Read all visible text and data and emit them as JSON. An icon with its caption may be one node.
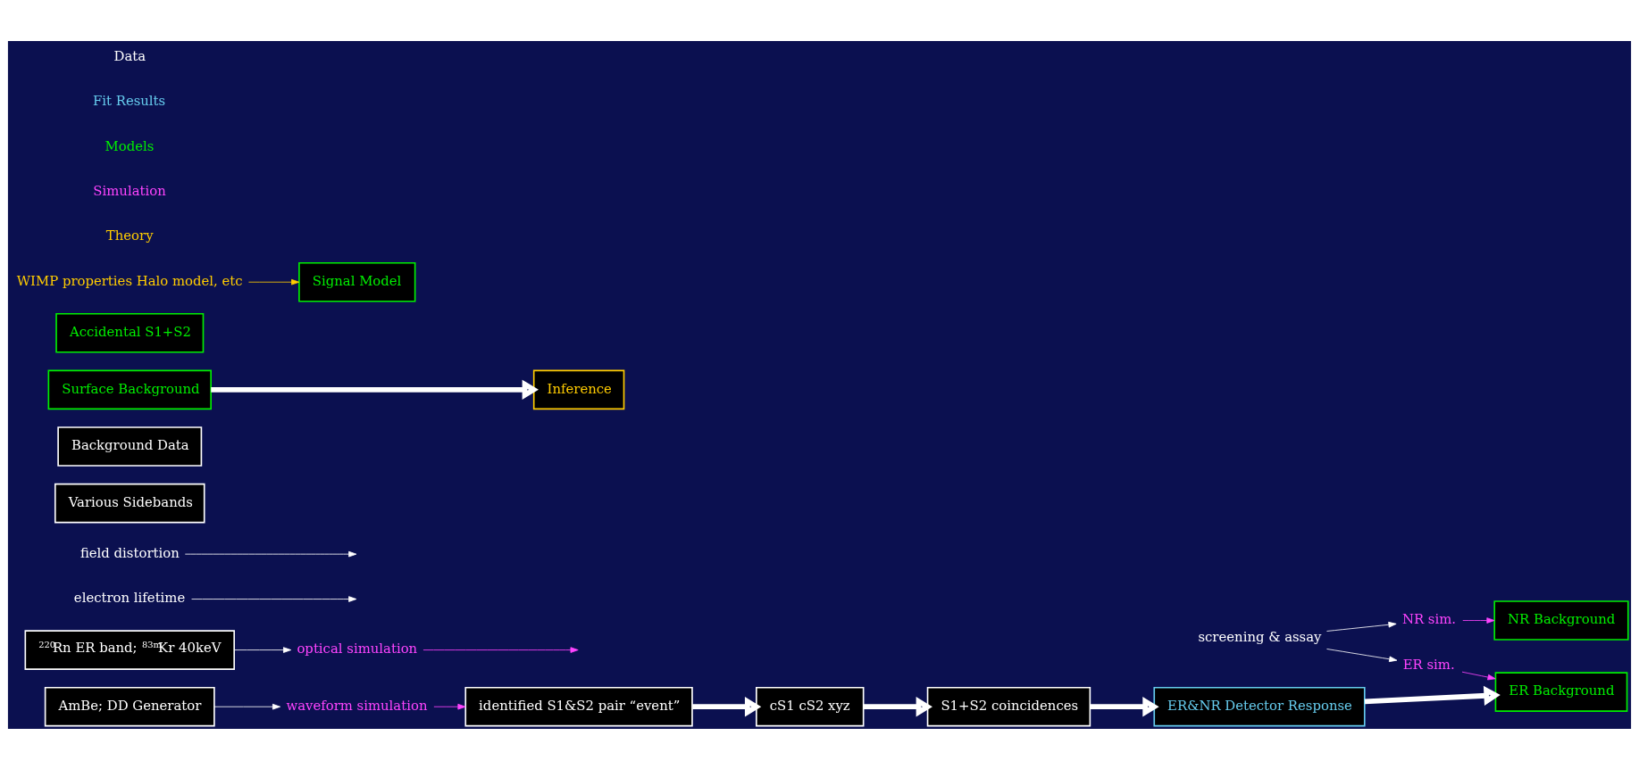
{
  "diagram": {
    "nodes": [
      {
        "text": [
          "identified S1&S2 pair “event”"
        ]
      },
      {
        "text": [
          "waveform simulation"
        ]
      },
      {
        "text": [
          "optical simulation"
        ]
      },
      {
        "text": [
          "cS1 cS2 xyz"
        ]
      },
      {
        "text": [
          "electron lifetime"
        ]
      },
      {
        "text": [
          "field distortion"
        ]
      },
      {
        "text": [
          "AmBe; DD Generator"
        ]
      },
      {
        "text": [
          "$^{220}$Rn ER band; $^{83m}$Kr 40keV"
        ]
      },
      {
        "text": [
          "S1+S2 coincidences"
        ]
      },
      {
        "text": [
          "Various Sidebands"
        ]
      },
      {
        "text": [
          "Background Data"
        ]
      },
      {
        "text": [
          "ER&NR Detector Response"
        ]
      },
      {
        "text": [
          "screening & assay"
        ]
      },
      {
        "text": [
          "ER sim."
        ]
      },
      {
        "text": [
          "NR sim."
        ]
      },
      {
        "text": [
          "NR Background"
        ]
      },
      {
        "text": [
          "ER Background"
        ]
      },
      {
        "text": [
          "Surface Background"
        ]
      },
      {
        "text": [
          "Accidental S1+S2"
        ]
      },
      {
        "text": [
          "Signal Model"
        ]
      },
      {
        "text": [
          "Inference"
        ]
      },
      {
        "text": [
          "WIMP properties Halo model, etc"
        ]
      }
    ],
    "edges": [
      {
        "from": 0,
        "to": 3,
        "arrow": "to",
        "style": "thick"
      },
      {
        "from": 4,
        "to": null,
        "arrow": "to"
      },
      {
        "from": 5,
        "to": null,
        "arrow": "to"
      },
      {
        "from": 1,
        "to": 0,
        "arrow": "to",
        "color": "#ff44ff"
      },
      {
        "from": 2,
        "to": null,
        "arrow": "to",
        "color": "#ff44ff"
      },
      {
        "from": 6,
        "to": 1,
        "arrow": "to"
      },
      {
        "from": 7,
        "to": 2,
        "arrow": "to"
      },
      {
        "from": 3,
        "to": 8,
        "arrow": "to",
        "style": "thick"
      },
      {
        "from": 8,
        "to": 11,
        "arrow": "to",
        "style": "thick"
      },
      {
        "from": 11,
        "to": 16,
        "arrow": "to",
        "style": "thick"
      },
      {
        "from": 12,
        "to": 13,
        "arrow": "to"
      },
      {
        "from": 12,
        "to": 14,
        "arrow": "to"
      },
      {
        "from": 13,
        "to": 16,
        "arrow": "to",
        "color": "#ff44ff"
      },
      {
        "from": 14,
        "to": 15,
        "arrow": "to",
        "color": "#ff44ff"
      },
      {
        "from": 17,
        "to": 20,
        "arrow": "to",
        "style": "thick"
      },
      {
        "from": 21,
        "to": 19,
        "arrow": "to",
        "color": "#ffcc00"
      }
    ],
    "legend": [
      {
        "text": "Data",
        "color": "#ffffff"
      },
      {
        "text": "Fit Results",
        "color": "#66ccee"
      },
      {
        "text": "Models",
        "color": "#00ee00"
      },
      {
        "text": "Simulation",
        "color": "#ff44ff"
      },
      {
        "text": "Theory",
        "color": "#ffcc00"
      }
    ]
  }
}
